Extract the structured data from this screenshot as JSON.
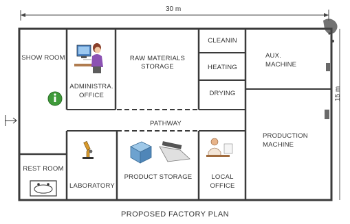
{
  "dimensions": {
    "width_label": "30 m",
    "height_label": "15 m"
  },
  "rooms": {
    "show_room": "SHOW ROOM",
    "admin_line1": "ADMINISTRA.",
    "admin_line2": "OFFICE",
    "raw_line1": "RAW MATERIALS",
    "raw_line2": "STORAGE",
    "cleaning": "CLEANIN",
    "heating": "HEATING",
    "drying": "DRYING",
    "aux_line1": "AUX.",
    "aux_line2": "MACHINE",
    "pathway": "PATHWAY",
    "production_line1": "PRODUCTION",
    "production_line2": "MACHINE",
    "rest_room": "REST ROOM",
    "laboratory": "LABORATORY",
    "product_storage": "PRODUCT STORAGE",
    "local_line1": "LOCAL",
    "local_line2": "OFFICE"
  },
  "caption": "PROPOSED FACTORY PLAN",
  "icons": [
    "entrance-arrow-icon",
    "info-icon",
    "office-worker-icon",
    "microscope-icon",
    "boxes-icon",
    "desk-worker-icon",
    "sink-icon"
  ]
}
